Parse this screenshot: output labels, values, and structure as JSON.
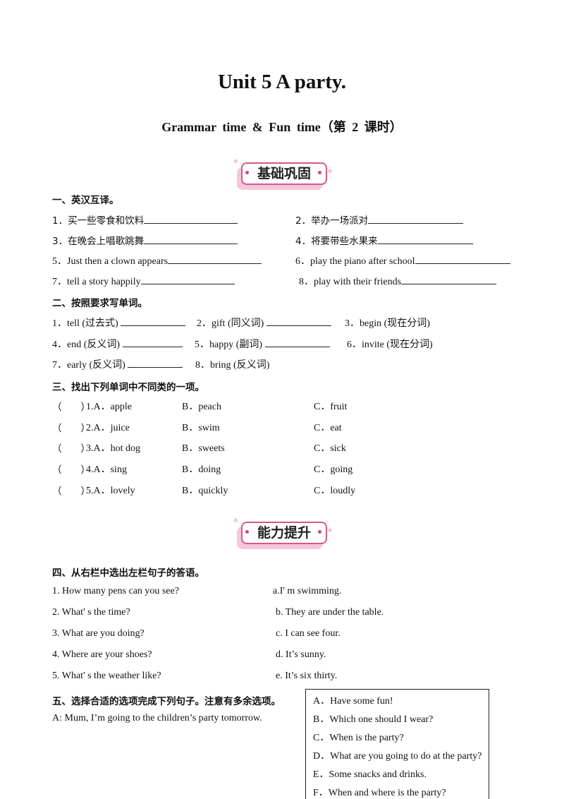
{
  "header": {
    "title": "Unit 5 A party.",
    "subtitle": "Grammar  time  &  Fun  time（第 2 课时）"
  },
  "banners": {
    "basic": "基础巩固",
    "advanced": "能力提升"
  },
  "section1": {
    "heading": "一、英汉互译。",
    "items": [
      "1．买一些零食和饮料",
      "2．举办一场派对",
      "3．在晚会上唱歌跳舞",
      "4．将要带些水果来",
      "5．Just then a clown appears",
      "6．play the piano after school",
      "7．tell a story happily",
      "8．play with their friends"
    ]
  },
  "section2": {
    "heading": "二、按照要求写单词。",
    "items": [
      "1．tell (过去式)",
      "2．gift (同义词)",
      "3．begin (现在分词)",
      "4．end (反义词)",
      "5．happy (副词)",
      "6．invite (现在分词)",
      "7．early (反义词)",
      "8．bring (反义词)"
    ]
  },
  "section3": {
    "heading": "三、找出下列单词中不同类的一项。",
    "paren": "（　　）",
    "rows": [
      {
        "num": "1.A．apple",
        "b": "B．peach",
        "c": "C．fruit"
      },
      {
        "num": "2.A．juice",
        "b": "B．swim",
        "c": "C．eat"
      },
      {
        "num": "3.A．hot dog",
        "b": "B．sweets",
        "c": "C．sick"
      },
      {
        "num": "4.A．sing",
        "b": "B．doing",
        "c": "C．going"
      },
      {
        "num": "5.A．lovely",
        "b": "B．quickly",
        "c": "C．loudly"
      }
    ]
  },
  "section4": {
    "heading": "四、从右栏中选出左栏句子的答语。",
    "left": [
      "1. How many pens can you see?",
      "2. What' s the time?",
      "3. What are you doing?",
      "4. Where are your shoes?",
      "5. What' s the weather like?"
    ],
    "right": [
      "a.I' m swimming.",
      "b. They are under the table.",
      "c. I can see four.",
      "d. It’s sunny.",
      "e. It’s six thirty."
    ]
  },
  "section5": {
    "heading": "五、选择合适的选项完成下列句子。注意有多余选项。",
    "dialogue": "A: Mum, I’m going to the children’s party tomorrow.",
    "options": [
      "A．Have some fun!",
      "B．Which one should I wear?",
      "C．When is the party?",
      "D．What are you going to do at the party?",
      "E．Some snacks and drinks.",
      "F．When and where is the party?"
    ]
  }
}
